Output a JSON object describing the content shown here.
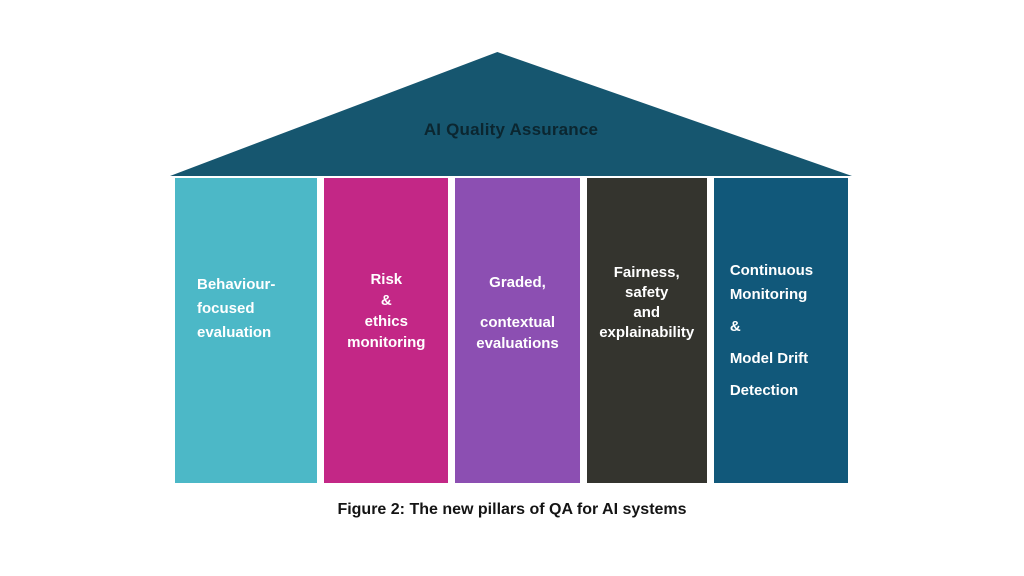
{
  "roof": {
    "title": "AI Quality Assurance",
    "color": "#16566F",
    "title_color": "#0b2630"
  },
  "pillars": [
    {
      "name": "behaviour-focused-evaluation",
      "color": "#4CB8C7",
      "text_color": "#ffffff",
      "lines": [
        "Behaviour-",
        "focused",
        "evaluation"
      ]
    },
    {
      "name": "risk-ethics-monitoring",
      "color": "#C32786",
      "text_color": "#ffffff",
      "lines": [
        "Risk",
        "&",
        "ethics",
        "monitoring"
      ]
    },
    {
      "name": "graded-contextual-evaluations",
      "color": "#8C4FB2",
      "text_color": "#ffffff",
      "lines": [
        "Graded,",
        "contextual",
        "evaluations"
      ]
    },
    {
      "name": "fairness-safety-explainability",
      "color": "#34342E",
      "text_color": "#ffffff",
      "lines": [
        "Fairness, safety",
        "and",
        "explainability"
      ]
    },
    {
      "name": "continuous-monitoring-model-drift-detection",
      "color": "#11587A",
      "text_color": "#ffffff",
      "lines": [
        "Continuous",
        "Monitoring",
        "&",
        "Model Drift",
        "Detection"
      ]
    }
  ],
  "caption": {
    "text": "Figure 2: The new pillars of QA for AI systems",
    "color": "#141414"
  }
}
